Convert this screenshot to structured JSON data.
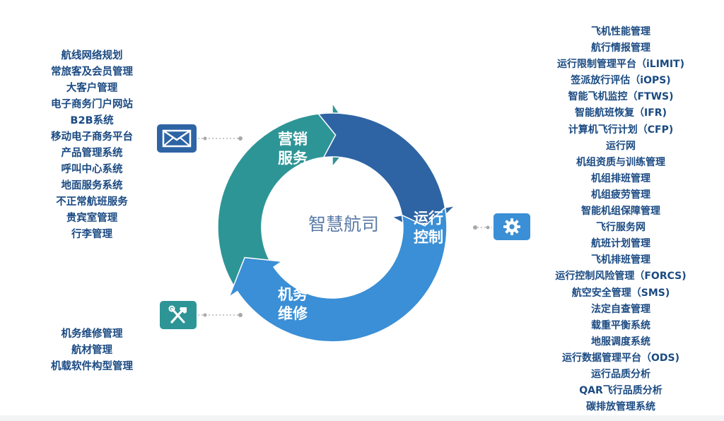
{
  "center_title": "智慧航司",
  "segments": {
    "marketing": {
      "line1": "营销",
      "line2": "服务"
    },
    "operations": {
      "line1": "运行",
      "line2": "控制"
    },
    "maintenance": {
      "line1": "机务",
      "line2": "维修"
    }
  },
  "colors": {
    "marketing": "#2e64a4",
    "operations": "#3a8fd6",
    "maintenance": "#2e9596",
    "text": "#1a4a82"
  },
  "icons": {
    "marketing": "envelope-icon",
    "operations": "gear-icon",
    "maintenance": "tools-icon"
  },
  "marketing_systems": [
    "航线网络规划",
    "常旅客及会员管理",
    "大客户管理",
    "电子商务门户网站",
    "B2B系统",
    "移动电子商务平台",
    "产品管理系统",
    "呼叫中心系统",
    "地面服务系统",
    "不正常航班服务",
    "贵宾室管理",
    "行李管理"
  ],
  "maintenance_systems": [
    "机务维修管理",
    "航材管理",
    "机载软件构型管理"
  ],
  "operations_systems": [
    "飞机性能管理",
    "航行情报管理",
    "运行限制管理平台（iLIMIT)",
    "签派放行评估（iOPS)",
    "智能飞机监控（FTWS)",
    "智能航班恢复（IFR)",
    "计算机飞行计划（CFP)",
    "运行网",
    "机组资质与训练管理",
    "机组排班管理",
    "机组疲劳管理",
    "智能机组保障管理",
    "飞行服务网",
    "航班计划管理",
    "飞机排班管理",
    "运行控制风险管理（FORCS)",
    "航空安全管理（SMS)",
    "法定自查管理",
    "载重平衡系统",
    "地服调度系统",
    "运行数据管理平台（ODS)",
    "运行品质分析",
    "QAR飞行品质分析",
    "碳排放管理系统"
  ]
}
